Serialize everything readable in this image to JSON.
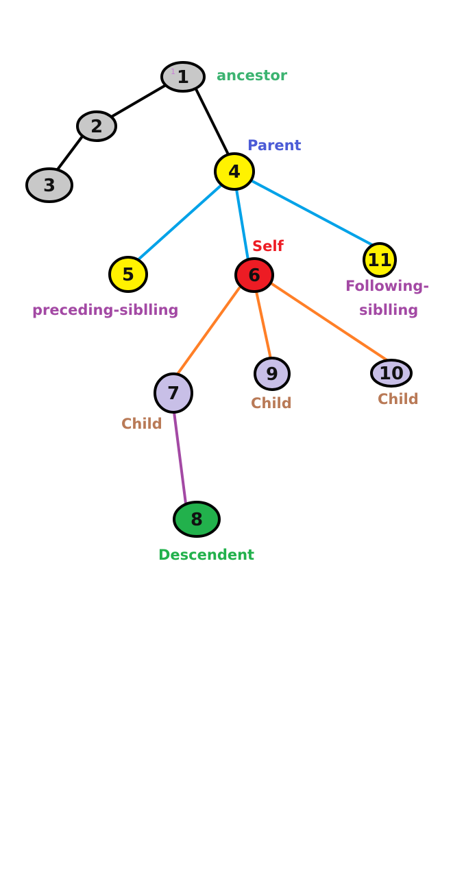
{
  "nodes": [
    {
      "id": "1",
      "label": "1",
      "fill": "#c8c8c8"
    },
    {
      "id": "2",
      "label": "2",
      "fill": "#c8c8c8"
    },
    {
      "id": "3",
      "label": "3",
      "fill": "#c8c8c8"
    },
    {
      "id": "4",
      "label": "4",
      "fill": "#fff200"
    },
    {
      "id": "5",
      "label": "5",
      "fill": "#fff200"
    },
    {
      "id": "6",
      "label": "6",
      "fill": "#ed1c24"
    },
    {
      "id": "7",
      "label": "7",
      "fill": "#c8bfe7"
    },
    {
      "id": "8",
      "label": "8",
      "fill": "#22b14c"
    },
    {
      "id": "9",
      "label": "9",
      "fill": "#c8bfe7"
    },
    {
      "id": "10",
      "label": "10",
      "fill": "#c8bfe7"
    },
    {
      "id": "11",
      "label": "11",
      "fill": "#fff200"
    }
  ],
  "edges": [
    {
      "from": "1",
      "to": "2",
      "color": "#000000"
    },
    {
      "from": "2",
      "to": "3",
      "color": "#000000"
    },
    {
      "from": "1",
      "to": "4",
      "color": "#000000"
    },
    {
      "from": "4",
      "to": "5",
      "color": "#00a2e8"
    },
    {
      "from": "4",
      "to": "6",
      "color": "#00a2e8"
    },
    {
      "from": "4",
      "to": "11",
      "color": "#00a2e8"
    },
    {
      "from": "6",
      "to": "7",
      "color": "#ff7f27"
    },
    {
      "from": "6",
      "to": "9",
      "color": "#ff7f27"
    },
    {
      "from": "6",
      "to": "10",
      "color": "#ff7f27"
    },
    {
      "from": "7",
      "to": "8",
      "color": "#a349a4"
    }
  ],
  "labels": {
    "ancestor": {
      "text": "ancestor",
      "color": "#3cb371"
    },
    "parent": {
      "text": "Parent",
      "color": "#4b5bd6"
    },
    "self": {
      "text": "Self",
      "color": "#ed1c24"
    },
    "preceding_sibling": {
      "text": "preceding-siblling",
      "color": "#a349a4"
    },
    "following_sibling_1": {
      "text": "Following-",
      "color": "#a349a4"
    },
    "following_sibling_2": {
      "text": "siblling",
      "color": "#a349a4"
    },
    "child_7": {
      "text": "Child",
      "color": "#b97a57"
    },
    "child_9": {
      "text": "Child",
      "color": "#b97a57"
    },
    "child_10": {
      "text": "Child",
      "color": "#b97a57"
    },
    "descendent": {
      "text": "Descendent",
      "color": "#22b14c"
    },
    "small_mark": {
      "text": "1",
      "color": "#c77dd6"
    }
  }
}
